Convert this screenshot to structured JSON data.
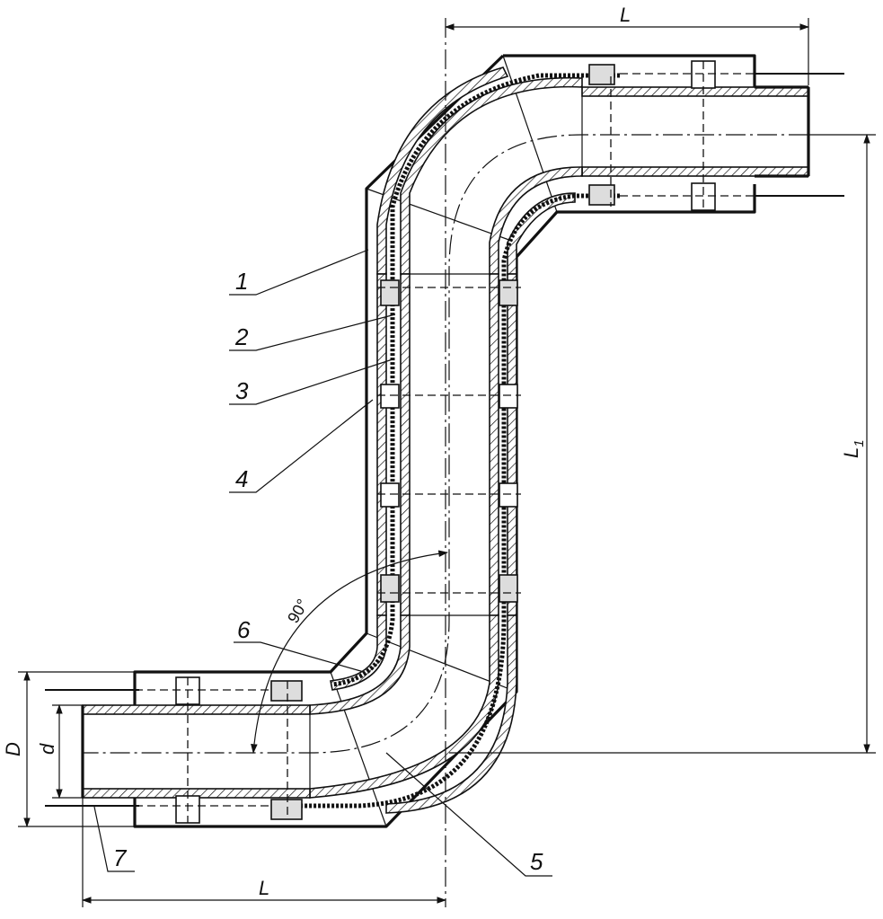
{
  "labels": {
    "callout_1": "1",
    "callout_2": "2",
    "callout_3": "3",
    "callout_4": "4",
    "callout_5": "5",
    "callout_6": "6",
    "callout_7": "7"
  },
  "dimensions": {
    "top_length": "L",
    "bottom_length": "L",
    "vertical_offset": "L",
    "vertical_offset_subscript": "1",
    "outer_diameter": "D",
    "inner_diameter": "d",
    "bend_angle": "90°"
  }
}
